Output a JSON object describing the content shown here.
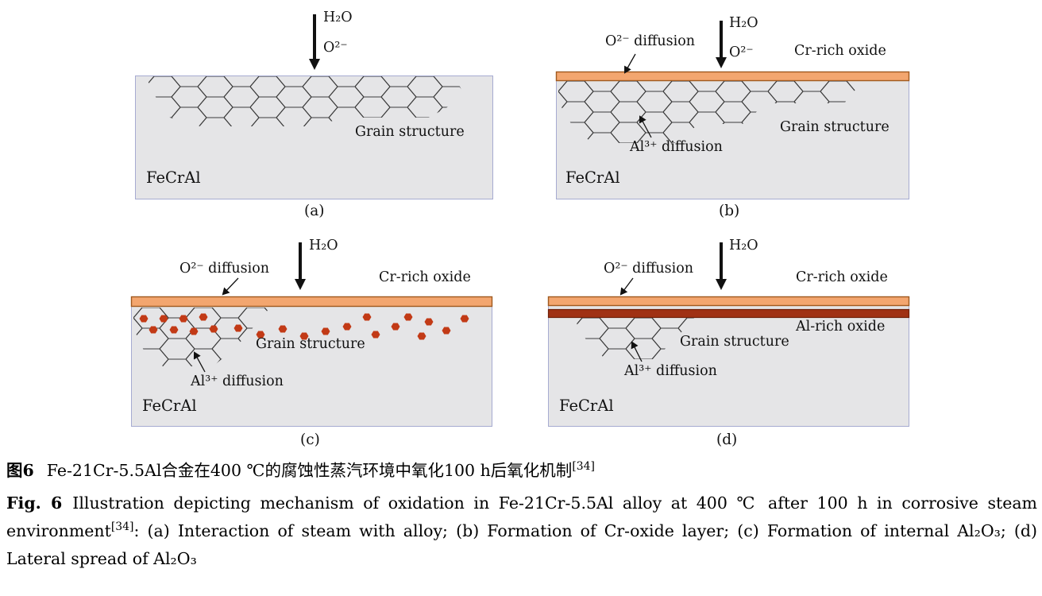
{
  "panels": {
    "a": {
      "h2o": "H₂O",
      "o2": "O²⁻",
      "grain": "Grain structure",
      "alloy": "FeCrAl",
      "tag": "(a)"
    },
    "b": {
      "o2_diffusion": "O²⁻ diffusion",
      "h2o": "H₂O",
      "o2": "O²⁻",
      "cr_oxide": "Cr-rich oxide",
      "al_diffusion": "Al³⁺ diffusion",
      "grain": "Grain structure",
      "alloy": "FeCrAl",
      "tag": "(b)"
    },
    "c": {
      "o2_diffusion": "O²⁻ diffusion",
      "h2o": "H₂O",
      "cr_oxide": "Cr-rich oxide",
      "al_diffusion": "Al³⁺ diffusion",
      "grain": "Grain structure",
      "alloy": "FeCrAl",
      "tag": "(c)"
    },
    "d": {
      "o2_diffusion": "O²⁻ diffusion",
      "h2o": "H₂O",
      "cr_oxide": "Cr-rich oxide",
      "al_oxide": "Al-rich oxide",
      "al_diffusion": "Al³⁺ diffusion",
      "grain": "Grain structure",
      "alloy": "FeCrAl",
      "tag": "(d)"
    }
  },
  "caption": {
    "zh": {
      "label": "图6",
      "text": "Fe-21Cr-5.5Al合金在400 ℃的腐蚀性蒸汽环境中氧化100 h后氧化机制",
      "ref": "[34]"
    },
    "en": {
      "label": "Fig. 6",
      "text_before_ref": "Illustration depicting mechanism of oxidation in Fe-21Cr-5.5Al alloy at 400 ℃ after 100 h in corrosive steam environment",
      "ref": "[34]",
      "text_after_ref": ": (a) Interaction of steam with alloy; (b) Formation of Cr-oxide layer; (c) Formation of internal Al₂O₃; (d) Lateral spread of Al₂O₃"
    }
  },
  "colors": {
    "alloy_fill": "#e5e5e7",
    "alloy_border": "#a6abd1",
    "cr_oxide_fill": "#f3a66f",
    "cr_oxide_border": "#a05a20",
    "al_oxide_fill": "#a03114",
    "al_oxide_border": "#6f2009",
    "particle": "#c23a16",
    "hex_stroke": "#3c3c3c"
  }
}
